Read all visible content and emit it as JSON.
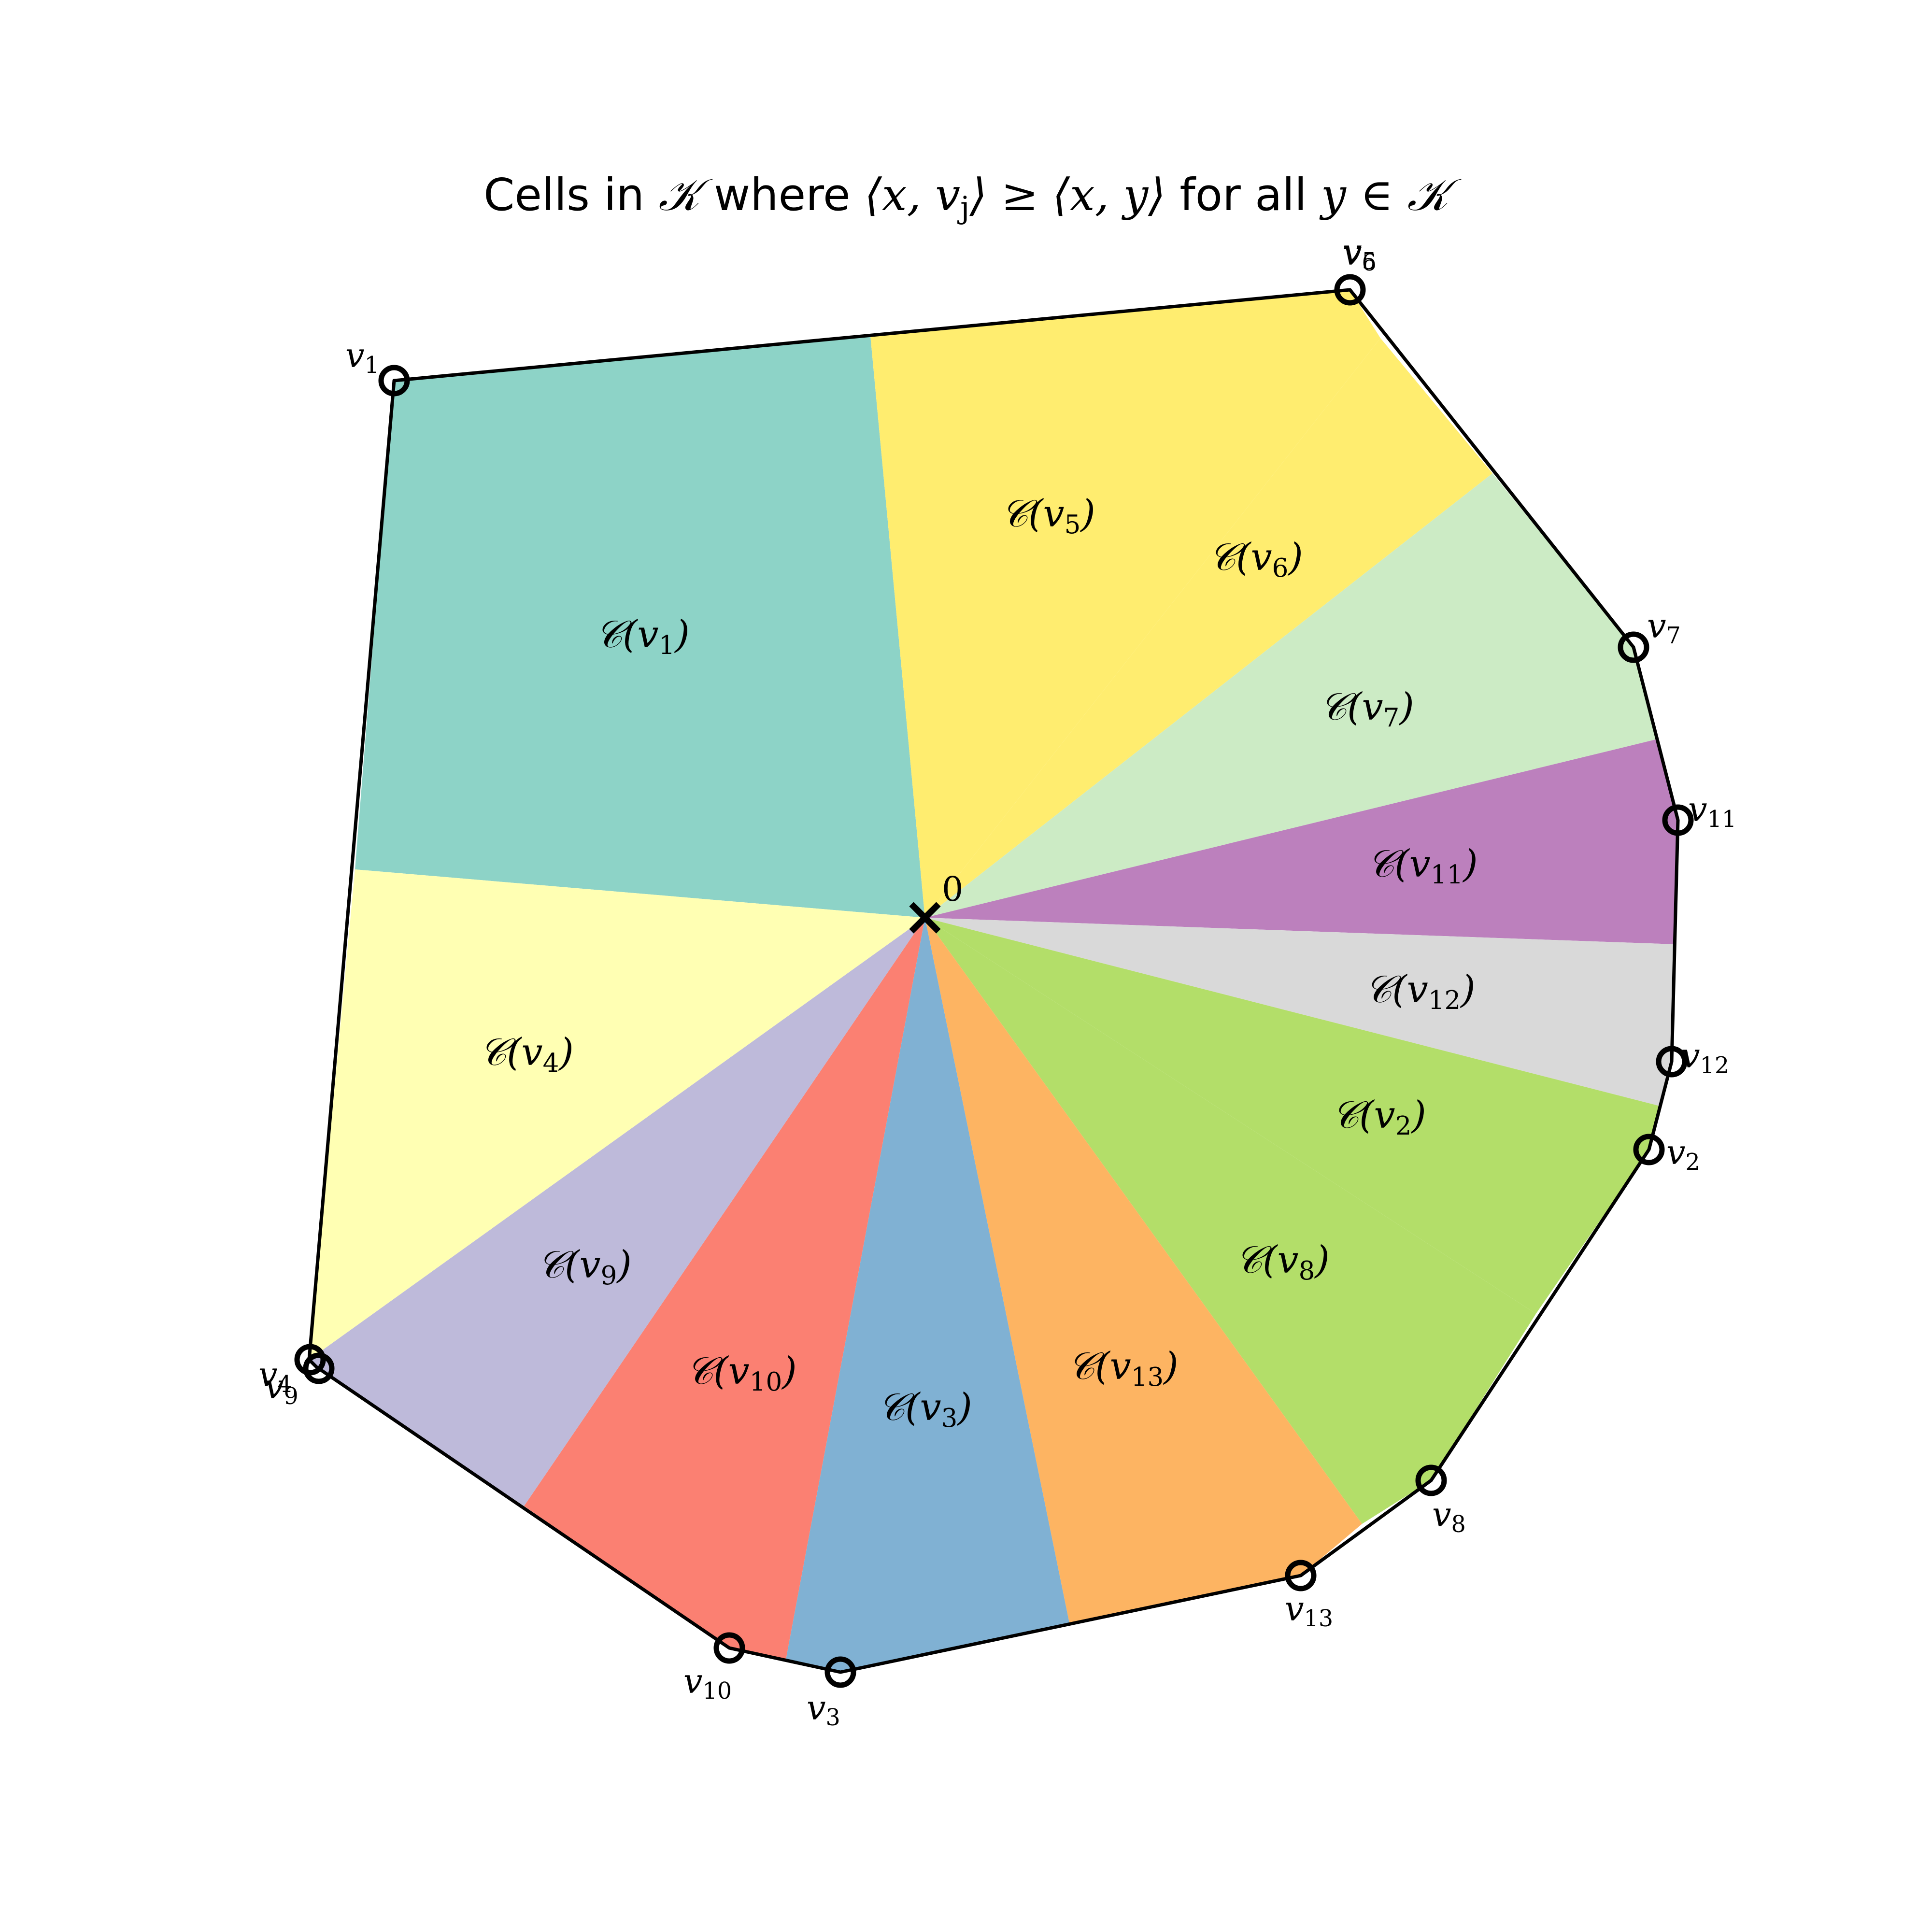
{
  "title": {
    "prefix": "Cells in ",
    "set": "𝒦",
    "where": " where ",
    "lhs": "⟨x, v",
    "lhs_sub": "j",
    "rel": "⟩ ≥ ⟨x, y⟩",
    "forall": " for all ",
    "var": "y",
    "in": " ∈ ",
    "set2": "𝒦"
  },
  "origin_label": "0",
  "colors": {
    "v1": "#8dd3c7",
    "v5": "#ffed6f",
    "v6": "#ffed6f",
    "v7": "#ccebc5",
    "v11": "#bc80bd",
    "v12": "#d9d9d9",
    "v2": "#b3de69",
    "v8": "#b3de69",
    "v13": "#fdb462",
    "v3": "#80b1d3",
    "v10": "#fb8072",
    "v9": "#bebada",
    "v4": "#ffffb3"
  },
  "cells": [
    {
      "id": "v1",
      "prefix": "𝒞(v",
      "sub": "1",
      "suffix": ")"
    },
    {
      "id": "v5",
      "prefix": "𝒞(v",
      "sub": "5",
      "suffix": ")"
    },
    {
      "id": "v6",
      "prefix": "𝒞(v",
      "sub": "6",
      "suffix": ")"
    },
    {
      "id": "v7",
      "prefix": "𝒞(v",
      "sub": "7",
      "suffix": ")"
    },
    {
      "id": "v11",
      "prefix": "𝒞(v",
      "sub": "11",
      "suffix": ")"
    },
    {
      "id": "v12",
      "prefix": "𝒞(v",
      "sub": "12",
      "suffix": ")"
    },
    {
      "id": "v2",
      "prefix": "𝒞(v",
      "sub": "2",
      "suffix": ")"
    },
    {
      "id": "v8",
      "prefix": "𝒞(v",
      "sub": "8",
      "suffix": ")"
    },
    {
      "id": "v13",
      "prefix": "𝒞(v",
      "sub": "13",
      "suffix": ")"
    },
    {
      "id": "v3",
      "prefix": "𝒞(v",
      "sub": "3",
      "suffix": ")"
    },
    {
      "id": "v10",
      "prefix": "𝒞(v",
      "sub": "10",
      "suffix": ")"
    },
    {
      "id": "v9",
      "prefix": "𝒞(v",
      "sub": "9",
      "suffix": ")"
    },
    {
      "id": "v4",
      "prefix": "𝒞(v",
      "sub": "4",
      "suffix": ")"
    }
  ],
  "vertices": [
    {
      "id": "v1",
      "base": "v",
      "sub": "1"
    },
    {
      "id": "v5",
      "base": "v",
      "sub": "5"
    },
    {
      "id": "v6",
      "base": "v",
      "sub": "6"
    },
    {
      "id": "v7",
      "base": "v",
      "sub": "7"
    },
    {
      "id": "v11",
      "base": "v",
      "sub": "11"
    },
    {
      "id": "v12",
      "base": "v",
      "sub": "12"
    },
    {
      "id": "v2",
      "base": "v",
      "sub": "2"
    },
    {
      "id": "v8",
      "base": "v",
      "sub": "8"
    },
    {
      "id": "v13",
      "base": "v",
      "sub": "13"
    },
    {
      "id": "v3",
      "base": "v",
      "sub": "3"
    },
    {
      "id": "v10",
      "base": "v",
      "sub": "10"
    },
    {
      "id": "v4",
      "base": "v",
      "sub": "4"
    },
    {
      "id": "v9",
      "base": "v",
      "sub": "9"
    }
  ]
}
